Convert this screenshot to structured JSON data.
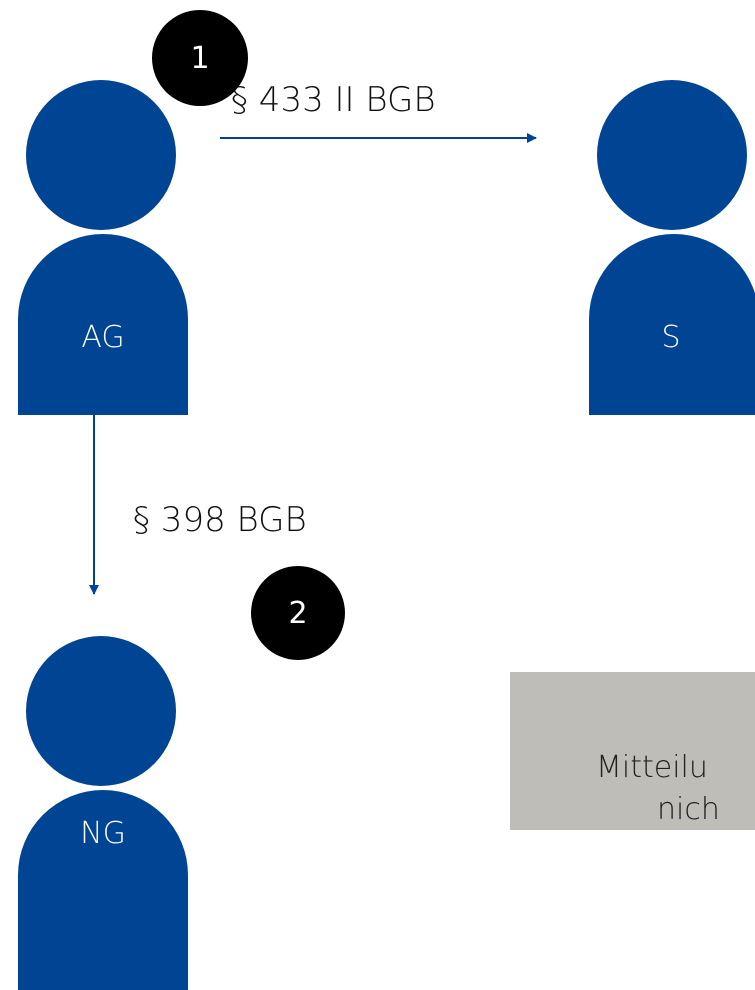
{
  "colors": {
    "person": "#004494",
    "marker": "#000000",
    "note_bg": "#bebdb8",
    "arrow": "#004494"
  },
  "persons": {
    "ag": {
      "label": "AG"
    },
    "s": {
      "label": "S"
    },
    "ng": {
      "label": "NG"
    }
  },
  "relations": {
    "ag_to_s": {
      "label": "§ 433 II BGB"
    },
    "ag_to_ng": {
      "label": "§ 398 BGB"
    }
  },
  "markers": {
    "first": "1",
    "second": "2"
  },
  "note": {
    "line1": "Mitteilu",
    "line2": "nich"
  }
}
